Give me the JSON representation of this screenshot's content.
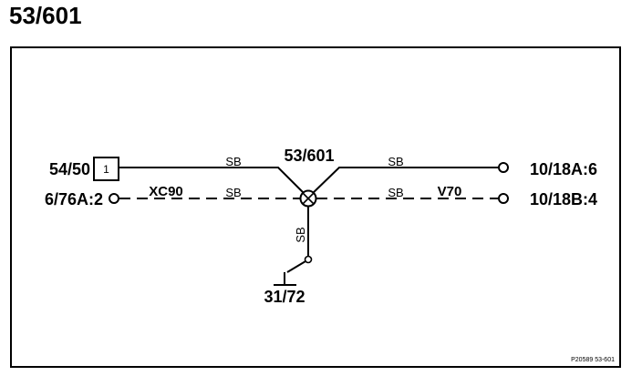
{
  "title": "53/601",
  "splice": {
    "label": "53/601"
  },
  "connectors": {
    "left_top": {
      "label": "54/50",
      "pin": "1"
    },
    "left_bottom": {
      "label": "6/76A:2"
    },
    "right_top": {
      "label": "10/18A:6"
    },
    "right_bottom": {
      "label": "10/18B:4"
    },
    "ground": {
      "label": "31/72"
    }
  },
  "wire_colors": {
    "left_top": "SB",
    "left_bottom": "SB",
    "right_top": "SB",
    "right_bottom": "SB",
    "down": "SB"
  },
  "variants": {
    "left": "XC90",
    "right": "V70"
  },
  "reference": "P20589  53-601",
  "colors": {
    "line": "#000000",
    "background": "#ffffff"
  }
}
